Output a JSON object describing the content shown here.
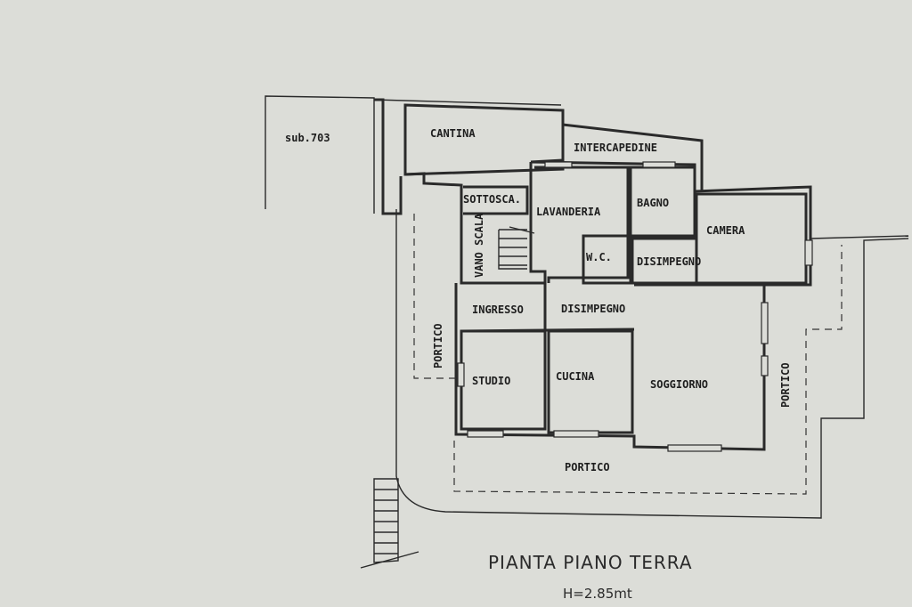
{
  "plan": {
    "title": "PIANTA PIANO TERRA",
    "height_note": "H=2.85mt",
    "neighbor_label": "sub.703",
    "rooms": {
      "cantina": "CANTINA",
      "intercapedine": "INTERCAPEDINE",
      "sottoscala": "SOTTOSCA.",
      "vano_scala": "VANO SCALA",
      "lavanderia": "LAVANDERIA",
      "bagno": "BAGNO",
      "camera": "CAMERA",
      "wc": "W.C.",
      "disimpegno_1": "DISIMPEGNO",
      "disimpegno_2": "DISIMPEGNO",
      "ingresso": "INGRESSO",
      "studio": "STUDIO",
      "cucina": "CUCINA",
      "soggiorno": "SOGGIORNO",
      "portico_left": "PORTICO",
      "portico_bottom": "PORTICO",
      "portico_right": "PORTICO"
    }
  }
}
